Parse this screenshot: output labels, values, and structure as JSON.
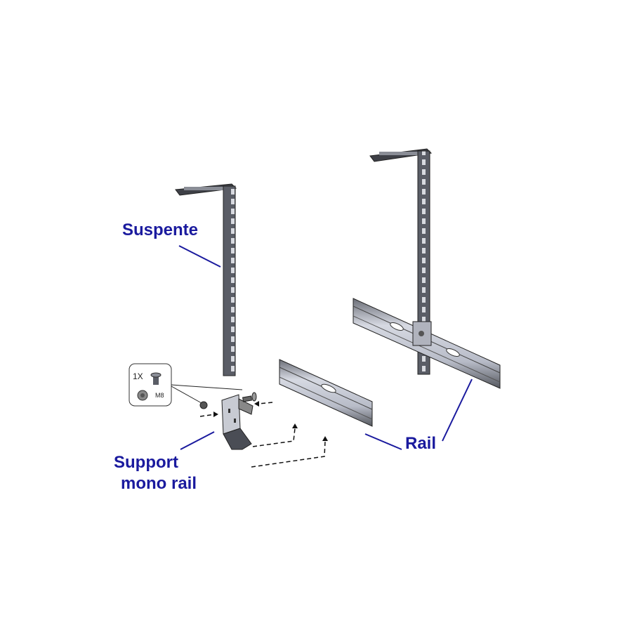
{
  "labels": {
    "suspente": "Suspente",
    "support_line1": "Support",
    "support_line2": "mono rail",
    "rail": "Rail"
  },
  "hardware_callout": {
    "quantity": "1X",
    "size": "M8"
  },
  "colors": {
    "label": "#1a1a9e",
    "metal_dark": "#4a4d55",
    "metal_light": "#c9ccd6",
    "outline": "#222222"
  }
}
